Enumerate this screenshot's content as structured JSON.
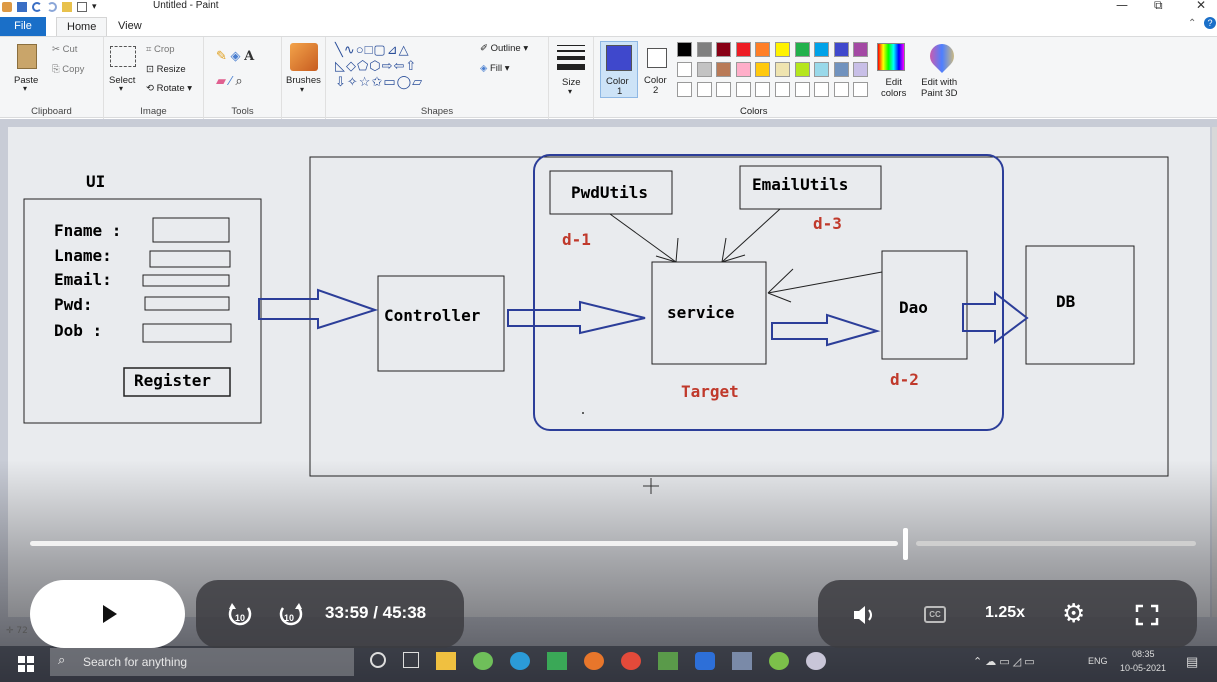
{
  "window": {
    "title": "Untitled - Paint",
    "minimize": "—",
    "maximize": "⧉",
    "close": "✕"
  },
  "ribbon_tabs": [
    "File",
    "Home",
    "View"
  ],
  "ribbon": {
    "clipboard": {
      "paste": "Paste",
      "cut": "Cut",
      "copy": "Copy",
      "label": "Clipboard"
    },
    "image": {
      "select": "Select",
      "crop": "Crop",
      "resize": "Resize",
      "rotate": "Rotate",
      "label": "Image"
    },
    "tools": {
      "label": "Tools"
    },
    "brushes": {
      "label": "Brushes"
    },
    "shapes": {
      "outline": "Outline",
      "fill": "Fill",
      "label": "Shapes"
    },
    "size": {
      "label": "Size"
    },
    "color1": {
      "label": "Color",
      "num": "1"
    },
    "color2": {
      "label": "Color",
      "num": "2"
    },
    "colors_label": "Colors",
    "edit_colors": [
      "Edit",
      "colors"
    ],
    "paint3d": [
      "Edit with",
      "Paint 3D"
    ],
    "palette_row1": [
      "#000000",
      "#7f7f7f",
      "#880015",
      "#ed1c24",
      "#ff7f27",
      "#fff200",
      "#22b14c",
      "#00a2e8",
      "#3f48cc",
      "#a349a4"
    ],
    "palette_row2": [
      "#ffffff",
      "#c3c3c3",
      "#b97a57",
      "#ffaec9",
      "#ffc90e",
      "#efe4b0",
      "#b5e61d",
      "#99d9ea",
      "#7092be",
      "#c8bfe7"
    ]
  },
  "diagram": {
    "ui_title": "UI",
    "form_labels": [
      "Fname :",
      "Lname:",
      "Email:",
      "Pwd:",
      "Dob :"
    ],
    "register": "Register",
    "controller": "Controller",
    "pwdutils": "PwdUtils",
    "emailutils": "EmailUtils",
    "service": "service",
    "dao": "Dao",
    "db": "DB",
    "d1": "d-1",
    "d2": "d-2",
    "d3": "d-3",
    "target": "Target",
    "accent_red": "#c0392b",
    "accent_blue": "#2c3e99"
  },
  "video": {
    "time": "33:59  / 45:38",
    "speed": "1.25x",
    "progress": 0.749
  },
  "taskbar": {
    "search_placeholder": "Search for anything",
    "lang": "ENG",
    "time": "08:35",
    "date": "10-05-2021"
  }
}
